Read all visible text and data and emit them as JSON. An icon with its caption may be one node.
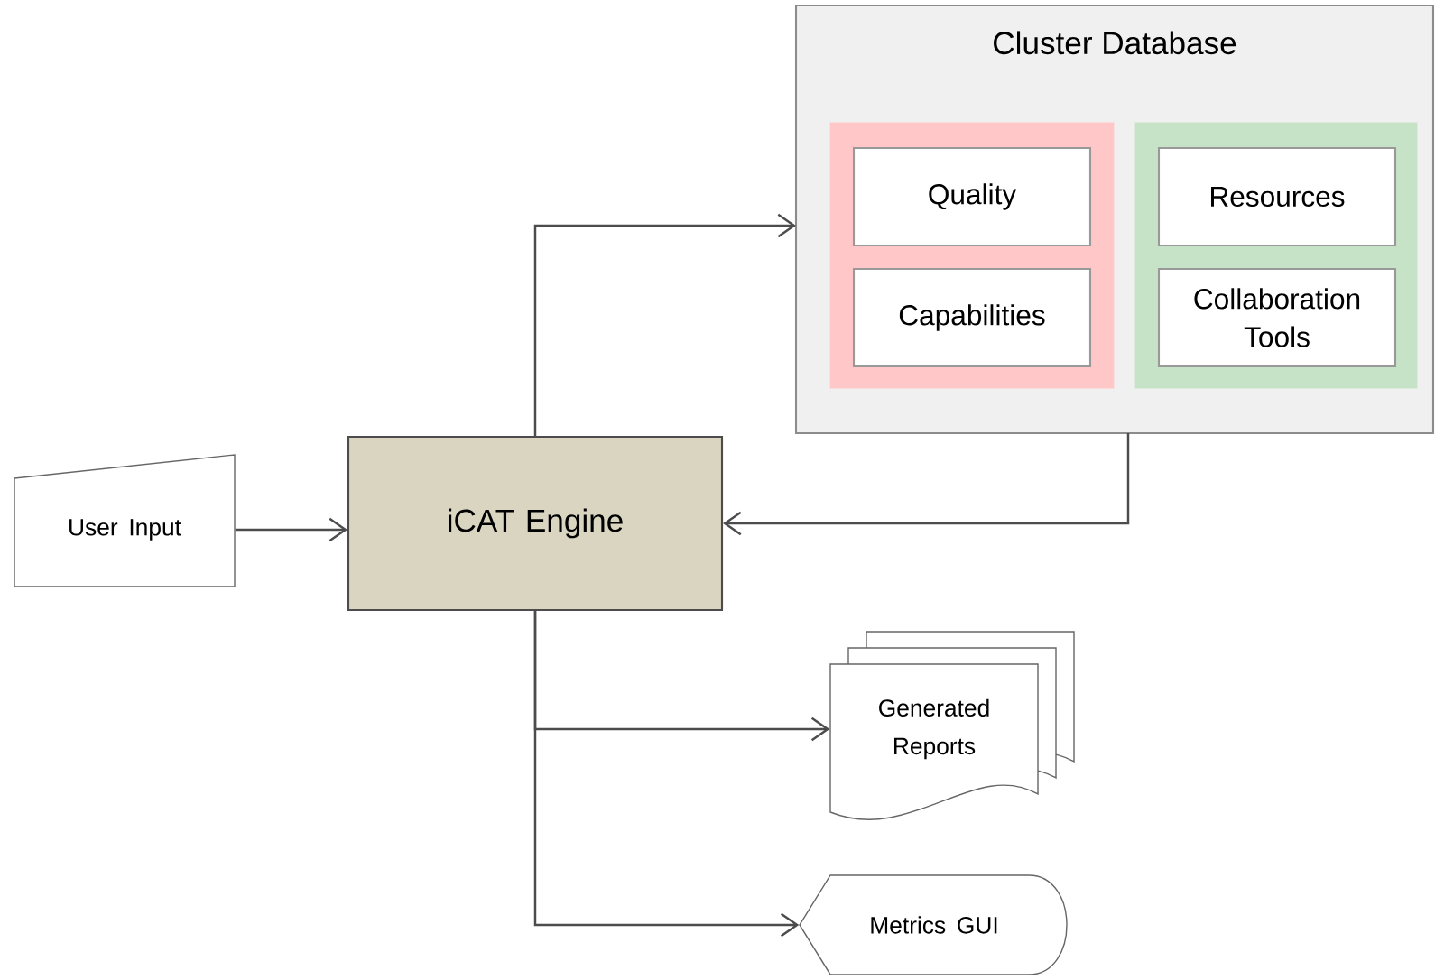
{
  "diagram": {
    "nodes": [
      {
        "text": [
          "Cluster Database"
        ]
      },
      {
        "text": [],
        "shape": "box",
        "in": 0
      },
      {
        "text": [
          "Quality"
        ],
        "in": 1
      },
      {
        "text": [
          "Capabilities"
        ],
        "in": 1
      },
      {
        "text": [],
        "shape": "box",
        "in": 0
      },
      {
        "text": [
          "Resources"
        ],
        "in": 4
      },
      {
        "text": [
          "Collaboration Tools"
        ],
        "in": 4
      },
      {
        "text": [
          "User Input"
        ]
      },
      {
        "text": [
          "iCAT Engine"
        ]
      },
      {
        "text": [
          "Generated Reports"
        ]
      },
      {
        "text": [
          "Metrics GUI"
        ]
      }
    ],
    "edges": [
      {
        "from": 7,
        "to": 8,
        "arrow": "to"
      },
      {
        "from": 8,
        "to": 0,
        "arrow": "to"
      },
      {
        "from": 0,
        "to": 8,
        "arrow": "to"
      },
      {
        "from": 8,
        "to": 9,
        "arrow": "to"
      },
      {
        "from": 8,
        "to": 10,
        "arrow": "to"
      }
    ]
  }
}
